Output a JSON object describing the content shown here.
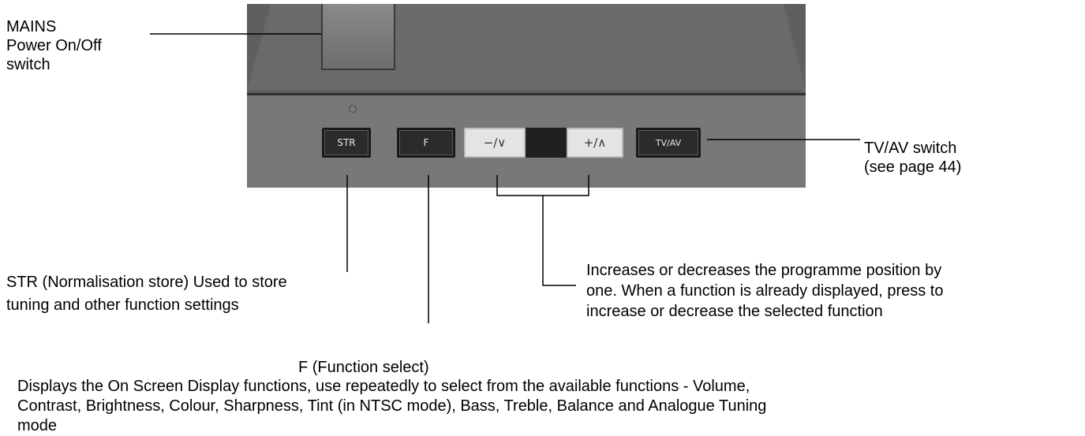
{
  "callouts": {
    "mains": {
      "line1": "MAINS",
      "line2": "Power On/Off",
      "line3": "switch"
    },
    "tvav": {
      "line1": "TV/AV switch",
      "line2": "(see page 44)"
    },
    "str": {
      "line1": "STR (Normalisation store) Used to store",
      "line2": "tuning and other function settings"
    },
    "updown": {
      "line1": "Increases or decreases the programme position by",
      "line2": "one. When a function is already displayed, press to",
      "line3": "increase or decrease the selected function"
    },
    "f": {
      "title": "F (Function select)",
      "line1": "Displays the On Screen Display functions, use repeatedly to select from the available functions - Volume,",
      "line2": "Contrast, Brightness, Colour, Sharpness, Tint (in NTSC mode), Bass, Treble, Balance and Analogue Tuning",
      "line3": "mode"
    }
  },
  "panel": {
    "buttons": {
      "str": "STR",
      "f": "F",
      "down": "−/∨",
      "up": "+/∧",
      "tvav": "TV/AV"
    },
    "colors": {
      "panel_top": "#5f5f5f",
      "panel_front": "#787878",
      "button_dark": "#2b2b2b",
      "button_light": "#e4e4e4"
    }
  }
}
